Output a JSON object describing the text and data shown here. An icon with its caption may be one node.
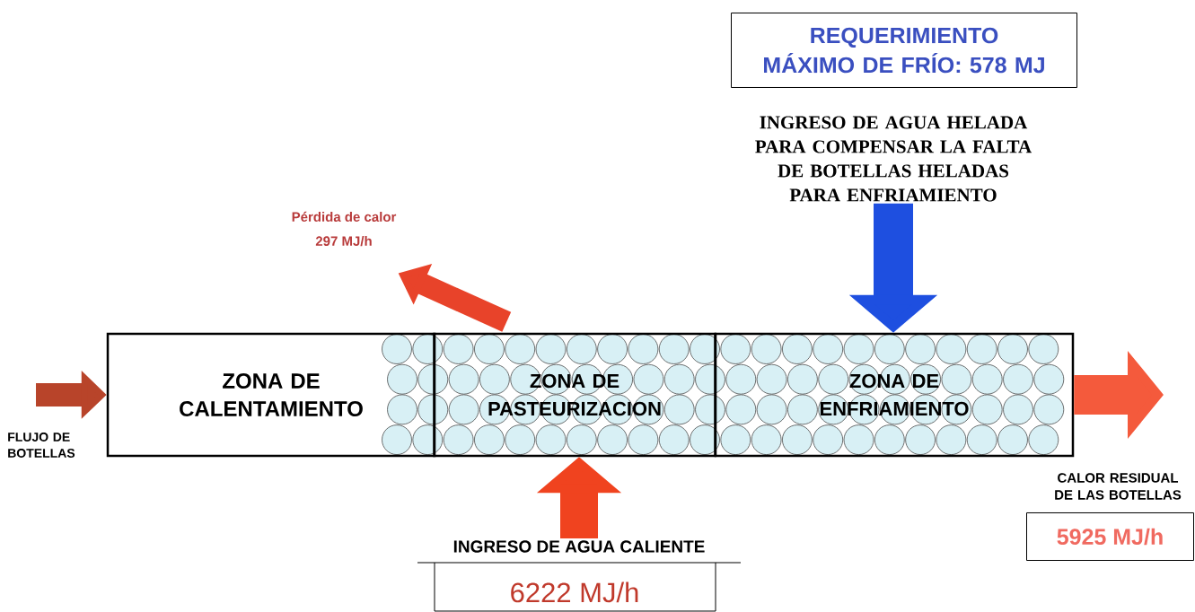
{
  "diagram": {
    "nodes": [
      {
        "text": [
          "ZONA DE CALENTAMIENTO"
        ]
      },
      {
        "text": [
          "ZONA DE PASTEURIZACION"
        ]
      },
      {
        "text": [
          "ZONA DE ENFRIAMIENTO"
        ]
      },
      {
        "text": [
          "REQUERIMIENTO MÁXIMO DE FRÍO: 578 MJ"
        ]
      },
      {
        "text": [
          "INGRESO DE AGUA HELADA PARA COMPENSAR LA FALTA DE BOTELLAS HELADAS PARA ENFRIAMIENTO"
        ]
      },
      {
        "text": [
          "Pérdida de calor",
          "297 MJ/h"
        ]
      },
      {
        "text": [
          "INGRESO DE AGUA CALIENTE",
          "6222 MJ/h"
        ]
      },
      {
        "text": [
          "CALOR RESIDUAL DE LAS BOTELLAS",
          "5925 MJ/h"
        ]
      }
    ],
    "edges": [
      {
        "from": null,
        "to": 0,
        "arrow": "to",
        "color": "#b8442a"
      },
      {
        "from": 1,
        "to": 5,
        "arrow": "to",
        "color": "#e8432a"
      },
      {
        "from": 4,
        "to": 2,
        "arrow": "to",
        "color": "#1e4fe0"
      },
      {
        "from": 6,
        "to": 1,
        "arrow": "to",
        "color": "#f0431f"
      },
      {
        "from": 2,
        "to": null,
        "arrow": "to",
        "color": "#f45a3c"
      }
    ],
    "labels": [
      "FLUJO DE BOTELLAS"
    ]
  }
}
